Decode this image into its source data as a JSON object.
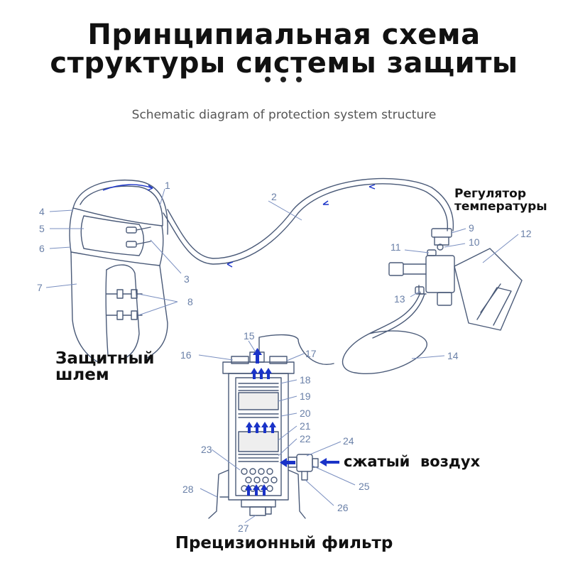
{
  "title": {
    "line1": "Принципиальная схема",
    "line2": "структуры системы защиты"
  },
  "subtitle": "Schematic diagram of protection system structure",
  "labels": {
    "temp_regulator_1": "Регулятор",
    "temp_regulator_2": "температуры",
    "helmet_1": "Защитный",
    "helmet_2": "шлем",
    "compressed_air": "сжатый  воздух",
    "precision_filter": "Прецизионный фильтр"
  },
  "part_numbers": [
    "1",
    "2",
    "3",
    "4",
    "5",
    "6",
    "7",
    "8",
    "9",
    "10",
    "11",
    "12",
    "13",
    "14",
    "15",
    "16",
    "17",
    "18",
    "19",
    "20",
    "21",
    "22",
    "23",
    "24",
    "25",
    "26",
    "27",
    "28"
  ],
  "colors": {
    "line": "#4a5a78",
    "leader": "#7a8fc0",
    "arrow": "#1a33c8",
    "number": "#6a80a8"
  }
}
